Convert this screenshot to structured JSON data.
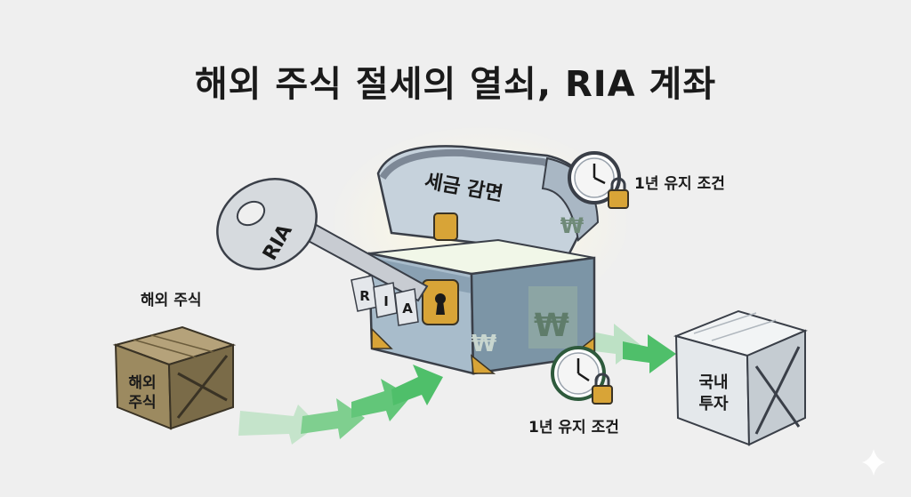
{
  "title": "해외 주식 절세의 열쇠, RIA 계좌",
  "key_label": "RIA",
  "key_teeth": [
    "R",
    "I",
    "A"
  ],
  "chest_lid_text": "세금 감면",
  "source": {
    "caption": "해외 주식",
    "crate_text_line1": "해외",
    "crate_text_line2": "주식"
  },
  "target": {
    "crate_text_line1": "국내",
    "crate_text_line2": "투자"
  },
  "conditions": {
    "top": "1년 유지 조건",
    "bottom": "1년 유지 조건"
  },
  "currency_symbol": "₩",
  "colors": {
    "arrow": "#4fbf6a",
    "brass": "#d8a437",
    "steel": "#b9c6d2",
    "wood": "#8a7a55"
  }
}
